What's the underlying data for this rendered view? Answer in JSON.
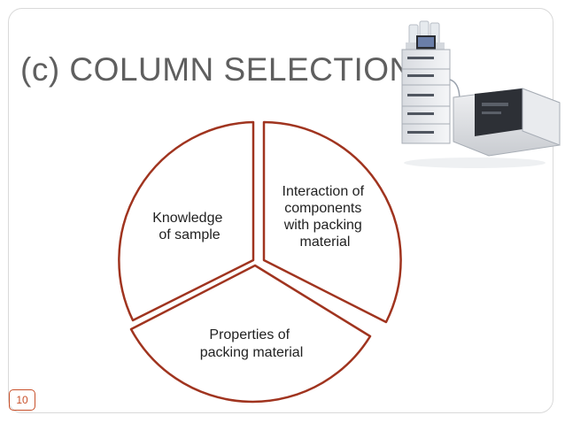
{
  "slide": {
    "title": "(c) COLUMN SELECTION",
    "page_number": "10"
  },
  "diagram": {
    "segments": [
      {
        "lines": [
          "Interaction of",
          "components",
          "with packing",
          "material"
        ]
      },
      {
        "lines": [
          "Properties of",
          "packing material"
        ]
      },
      {
        "lines": [
          "Knowledge",
          "of sample"
        ]
      }
    ],
    "stroke_color": "#a0341f"
  },
  "image": {
    "icon": "hplc-instrument-icon"
  }
}
